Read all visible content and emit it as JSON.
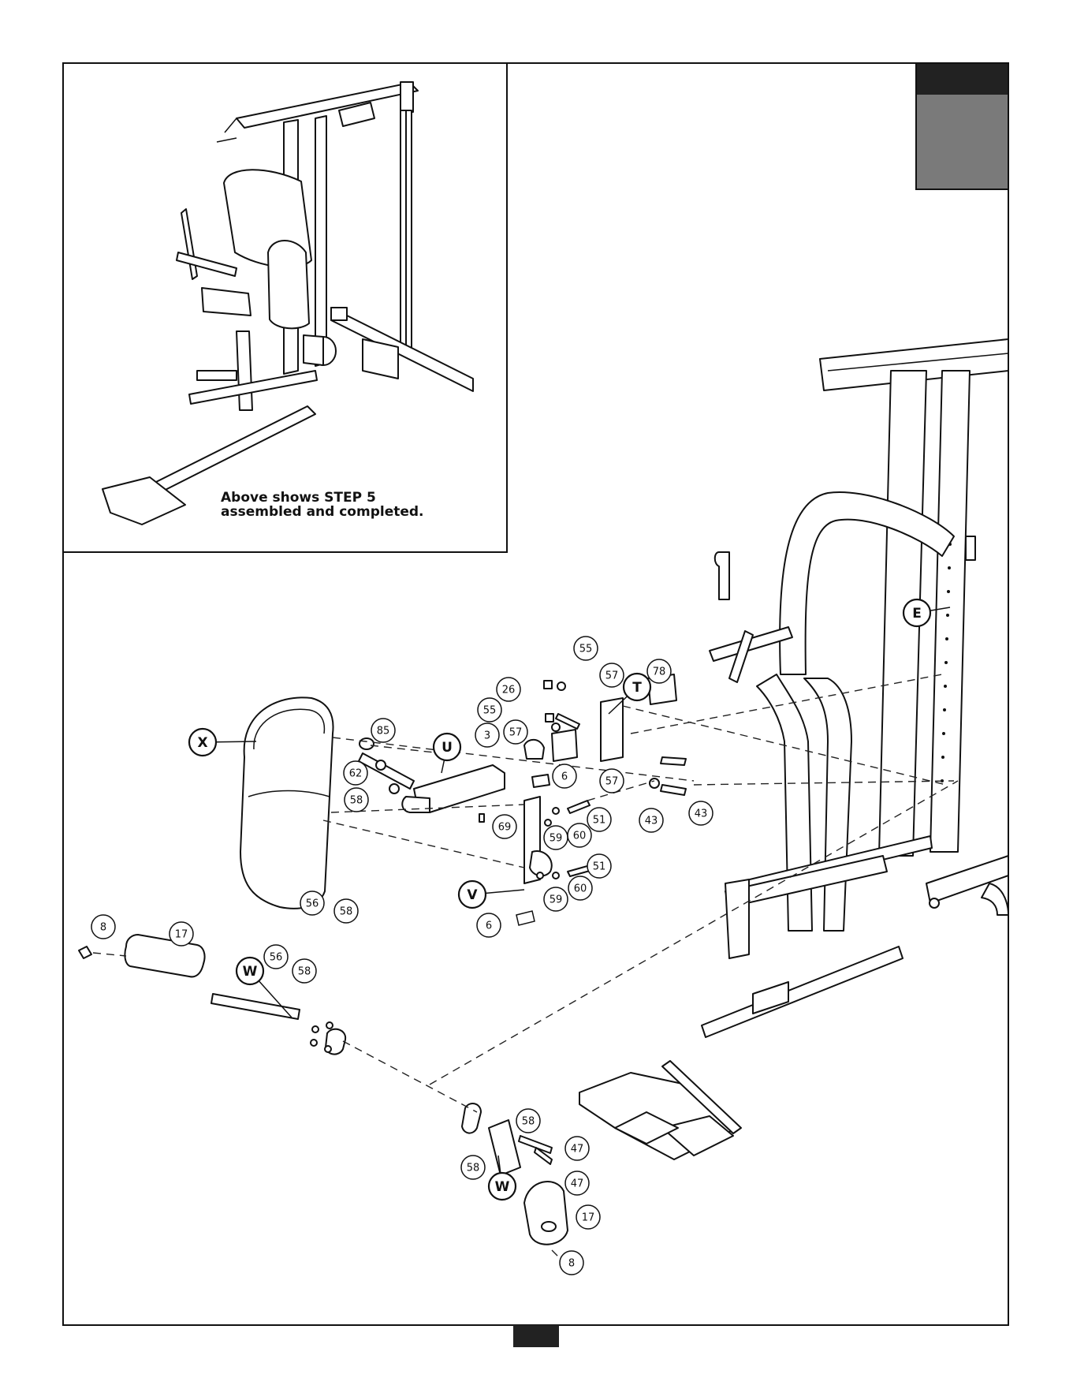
{
  "inset": {
    "caption_line1": "Above shows STEP 5",
    "caption_line2": "assembled and completed."
  },
  "frame_labels": {
    "E": "E"
  },
  "subassembly_labels": [
    "T",
    "U",
    "V",
    "W",
    "X"
  ],
  "part_callouts": [
    "55",
    "57",
    "78",
    "26",
    "55",
    "57",
    "3",
    "85",
    "62",
    "58",
    "6",
    "69",
    "51",
    "60",
    "59",
    "43",
    "57",
    "43",
    "51",
    "60",
    "59",
    "6",
    "8",
    "17",
    "56",
    "58",
    "56",
    "58",
    "58",
    "47",
    "47",
    "58",
    "17",
    "8"
  ],
  "tab_colors": {
    "dark": "#222222",
    "grey": "#7a7a7a"
  }
}
